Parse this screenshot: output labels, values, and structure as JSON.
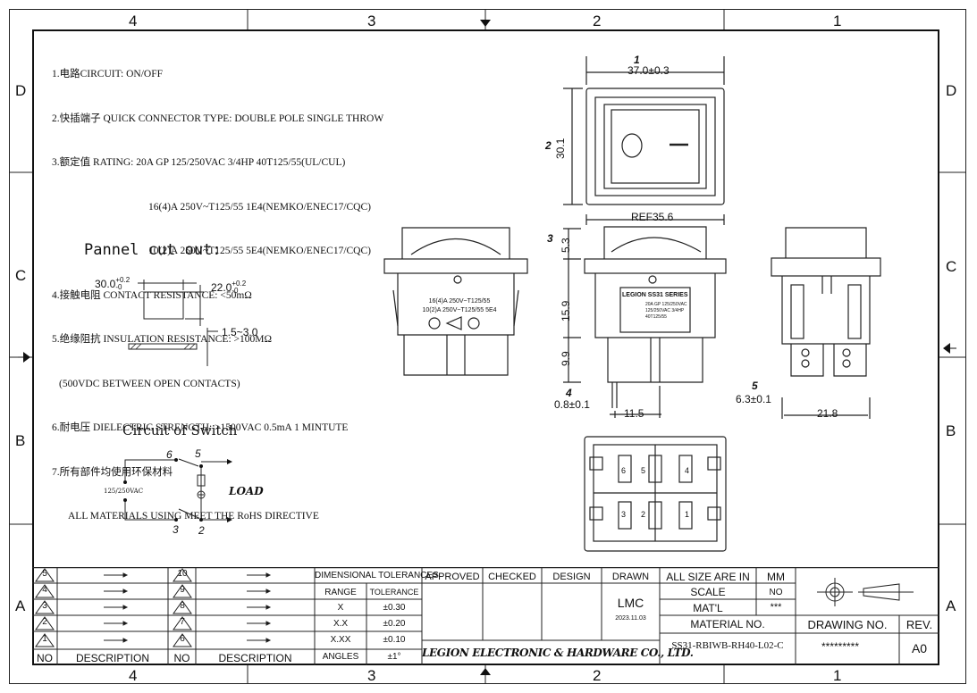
{
  "zones": {
    "columns": [
      "4",
      "3",
      "2",
      "1"
    ],
    "rows": [
      "D",
      "C",
      "B",
      "A"
    ]
  },
  "notes": [
    "1.电路CIRCUIT: ON/OFF",
    "2.快插端子 QUICK CONNECTOR TYPE: DOUBLE POLE SINGLE THROW",
    "3.额定值 RATING: 20A GP 125/250VAC 3/4HP 40T125/55(UL/CUL)",
    "16(4)A 250V~T125/55 1E4(NEMKO/ENEC17/CQC)",
    "10(2)A 250V~T125/55 5E4(NEMKO/ENEC17/CQC)",
    "4.接触电阻 CONTACT RESISTANCE: <50mΩ",
    "5.绝缘阻抗 INSULATION RESISTANCE: >100MΩ",
    "(500VDC BETWEEN OPEN CONTACTS)",
    "6.耐电压 DIELECTRIC STRENGTH: >1500VAC 0.5mA 1 MINTUTE",
    "7.所有部件均使用环保材料",
    "ALL MATERIALS USING MEET THE RoHS DIRECTIVE"
  ],
  "panel_cutout": {
    "title": "Pannel cut out:",
    "width": "30.0",
    "width_tol_upper": "+0.2",
    "width_tol_lower": "-0",
    "height": "22.0",
    "height_tol_upper": "+0.2",
    "height_tol_lower": "-0",
    "thickness": "1.5~3.0"
  },
  "circuit": {
    "title": "Circuit of Switch",
    "voltage": "125/250VAC",
    "load": "LOAD",
    "terminals": [
      "6",
      "5",
      "3",
      "2"
    ]
  },
  "dimensions": {
    "d1_marker": "1",
    "d1": "37.0±0.3",
    "d2_marker": "2",
    "d2": "30.1",
    "ref": "REF35.6",
    "d3_marker": "3",
    "d3": "5.3",
    "d_15_9": "15.9",
    "d_9_9": "9.9",
    "d4_marker": "4",
    "d4": "0.8±0.1",
    "d_11_5": "11.5",
    "d5_marker": "5",
    "d5": "6.3±0.1",
    "d_21_8": "21.8"
  },
  "side_label": {
    "line1": "16(4)A 250V~T125/55",
    "line2": "10(2)A 250V~T125/55 5E4"
  },
  "front_label": {
    "title": "LEGION SS31 SERIES",
    "line1": "20A GP 125/250VAC",
    "line2": "125/250VAC 3/4HP",
    "line3": "40T125/55"
  },
  "terminal_numbers": [
    "6",
    "5",
    "4",
    "3",
    "2",
    "1"
  ],
  "title_block": {
    "revisions": [
      "5",
      "4",
      "3",
      "2",
      "1"
    ],
    "revisions2": [
      "10",
      "9",
      "8",
      "7",
      "6"
    ],
    "no_label": "NO",
    "description_label": "DESCRIPTION",
    "tolerances_title": "DIMENSIONAL TOLERANCES",
    "range_label": "RANGE",
    "tolerance_label": "TOLERANCE",
    "tolerance_rows": [
      {
        "range": "X",
        "tol": "±0.30"
      },
      {
        "range": "X.X",
        "tol": "±0.20"
      },
      {
        "range": "X.XX",
        "tol": "±0.10"
      },
      {
        "range": "ANGLES",
        "tol": "±1°"
      }
    ],
    "approved": "APPROVED",
    "checked": "CHECKED",
    "design": "DESIGN",
    "drawn": "DRAWN",
    "drawn_by": "LMC",
    "drawn_date": "2023.11.03",
    "company": "LEGION ELECTRONIC & HARDWARE CO., LTD.",
    "all_size": "ALL SIZE ARE IN",
    "unit": "MM",
    "scale_label": "SCALE",
    "scale_value": "NO",
    "matl_label": "MAT'L",
    "matl_value": "***",
    "material_no_label": "MATERIAL NO.",
    "material_no": "SS31-RBIWB-RH40-L02-C",
    "drawing_no_label": "DRAWING NO.",
    "drawing_no": "*********",
    "rev_label": "REV.",
    "rev": "A0"
  }
}
